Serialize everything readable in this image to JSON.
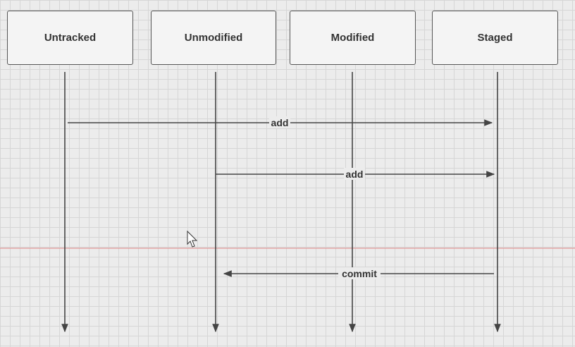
{
  "states": [
    {
      "id": "untracked",
      "label": "Untracked"
    },
    {
      "id": "unmodified",
      "label": "Unmodified"
    },
    {
      "id": "modified",
      "label": "Modified"
    },
    {
      "id": "staged",
      "label": "Staged"
    }
  ],
  "messages": [
    {
      "label": "add",
      "from": "untracked",
      "to": "staged"
    },
    {
      "label": "add",
      "from": "unmodified",
      "to": "staged"
    },
    {
      "label": "commit",
      "from": "staged",
      "to": "unmodified"
    }
  ],
  "colors": {
    "line": "#444444",
    "highlight_line": "#e39a9a",
    "box_fill": "#f4f4f4",
    "background": "#ececec"
  },
  "icons": {
    "cursor": "mouse-pointer-icon"
  }
}
